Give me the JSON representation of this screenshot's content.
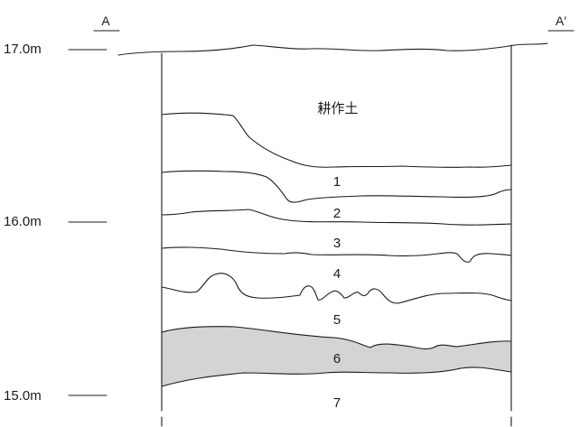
{
  "section": {
    "left_label": "A",
    "right_label": "A′"
  },
  "elevations": [
    "17.0m",
    "16.0m",
    "15.0m"
  ],
  "layers": [
    {
      "id": "topsoil",
      "label": "耕作土"
    },
    {
      "id": "layer-1",
      "label": "1"
    },
    {
      "id": "layer-2",
      "label": "2"
    },
    {
      "id": "layer-3",
      "label": "3"
    },
    {
      "id": "layer-4",
      "label": "4"
    },
    {
      "id": "layer-5",
      "label": "5"
    },
    {
      "id": "layer-6",
      "label": "6",
      "shaded": true
    },
    {
      "id": "layer-7",
      "label": "7"
    }
  ],
  "colors": {
    "ink": "#1a1a1a",
    "shade": "#d4d4d4"
  }
}
